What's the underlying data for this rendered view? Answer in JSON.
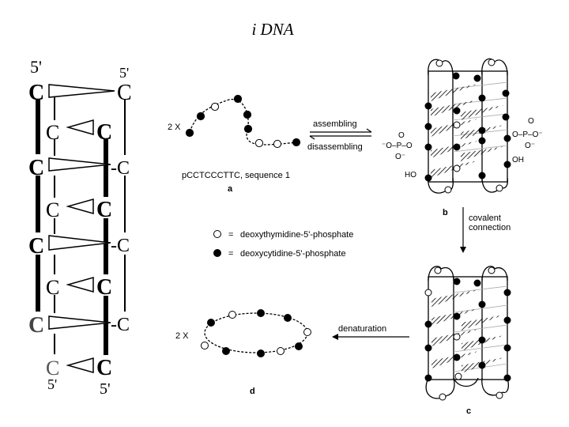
{
  "title": "i DNA",
  "left_panel": {
    "end_top_left": "5'",
    "end_top_right": "5'",
    "end_bottom_left": "5'",
    "end_bottom_right": "5'",
    "base": "C",
    "dash_base": "-C"
  },
  "panel_a": {
    "multiplier": "2 X",
    "sequence": "pCCTCCCTTC, sequence 1",
    "label": "a"
  },
  "arrows": {
    "assembling": "assembling",
    "disassembling": "disassembling",
    "covalent_line1": "covalent",
    "covalent_line2": "connection",
    "denaturation": "denaturation"
  },
  "panel_b": {
    "label": "b",
    "phosphate_left": "⁻O–P–O",
    "phosphate_right": "O–P–O⁻",
    "o": "O",
    "o_minus": "O⁻",
    "ho": "HO",
    "oh": "OH"
  },
  "legend": {
    "open_eq": "=",
    "open_text": "deoxythymidine-5'-phosphate",
    "filled_eq": "=",
    "filled_text": "deoxycytidine-5'-phosphate"
  },
  "panel_c": {
    "label": "c"
  },
  "panel_d": {
    "multiplier": "2 X",
    "label": "d"
  }
}
